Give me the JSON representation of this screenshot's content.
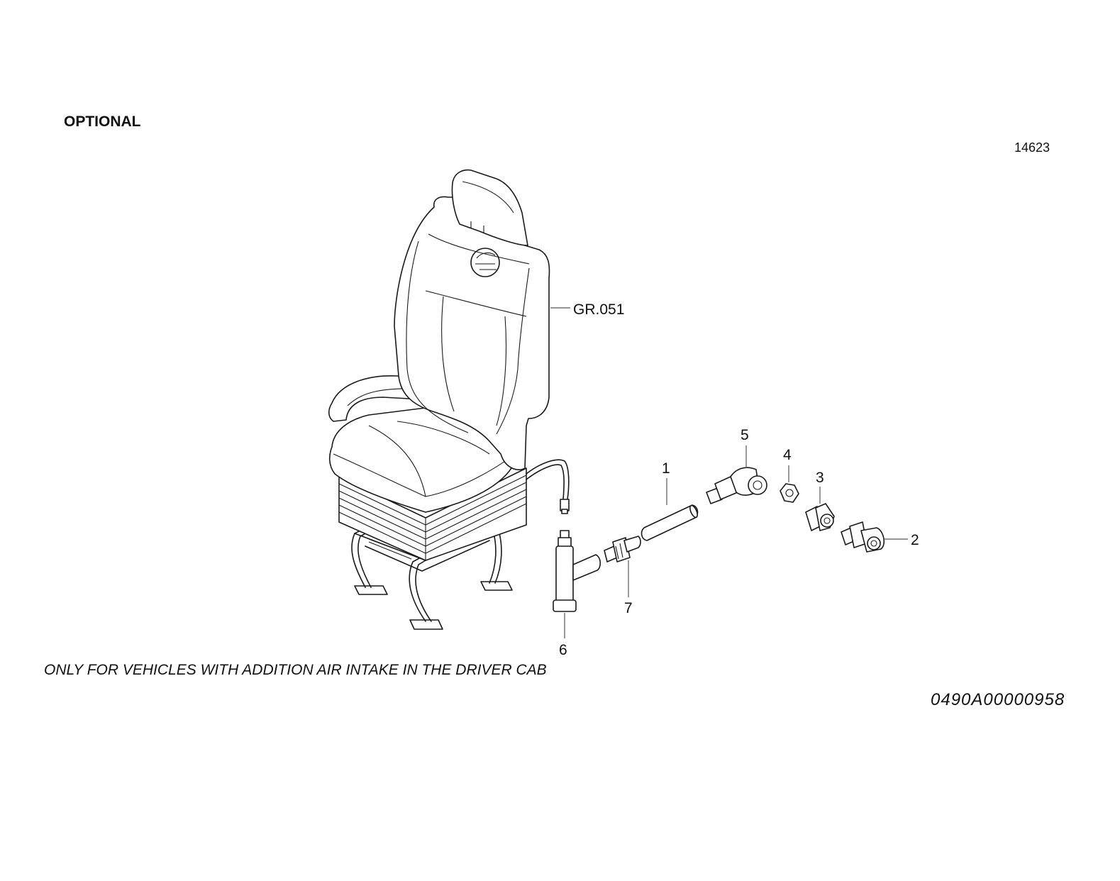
{
  "header": {
    "optional_label": "OPTIONAL",
    "sheet_number": "14623"
  },
  "diagram": {
    "group_ref": "GR.051",
    "callouts": [
      "1",
      "2",
      "3",
      "4",
      "5",
      "6",
      "7"
    ]
  },
  "footer": {
    "note": "ONLY FOR VEHICLES WITH ADDITION AIR INTAKE IN THE DRIVER CAB",
    "drawing_code": "0490A00000958"
  }
}
